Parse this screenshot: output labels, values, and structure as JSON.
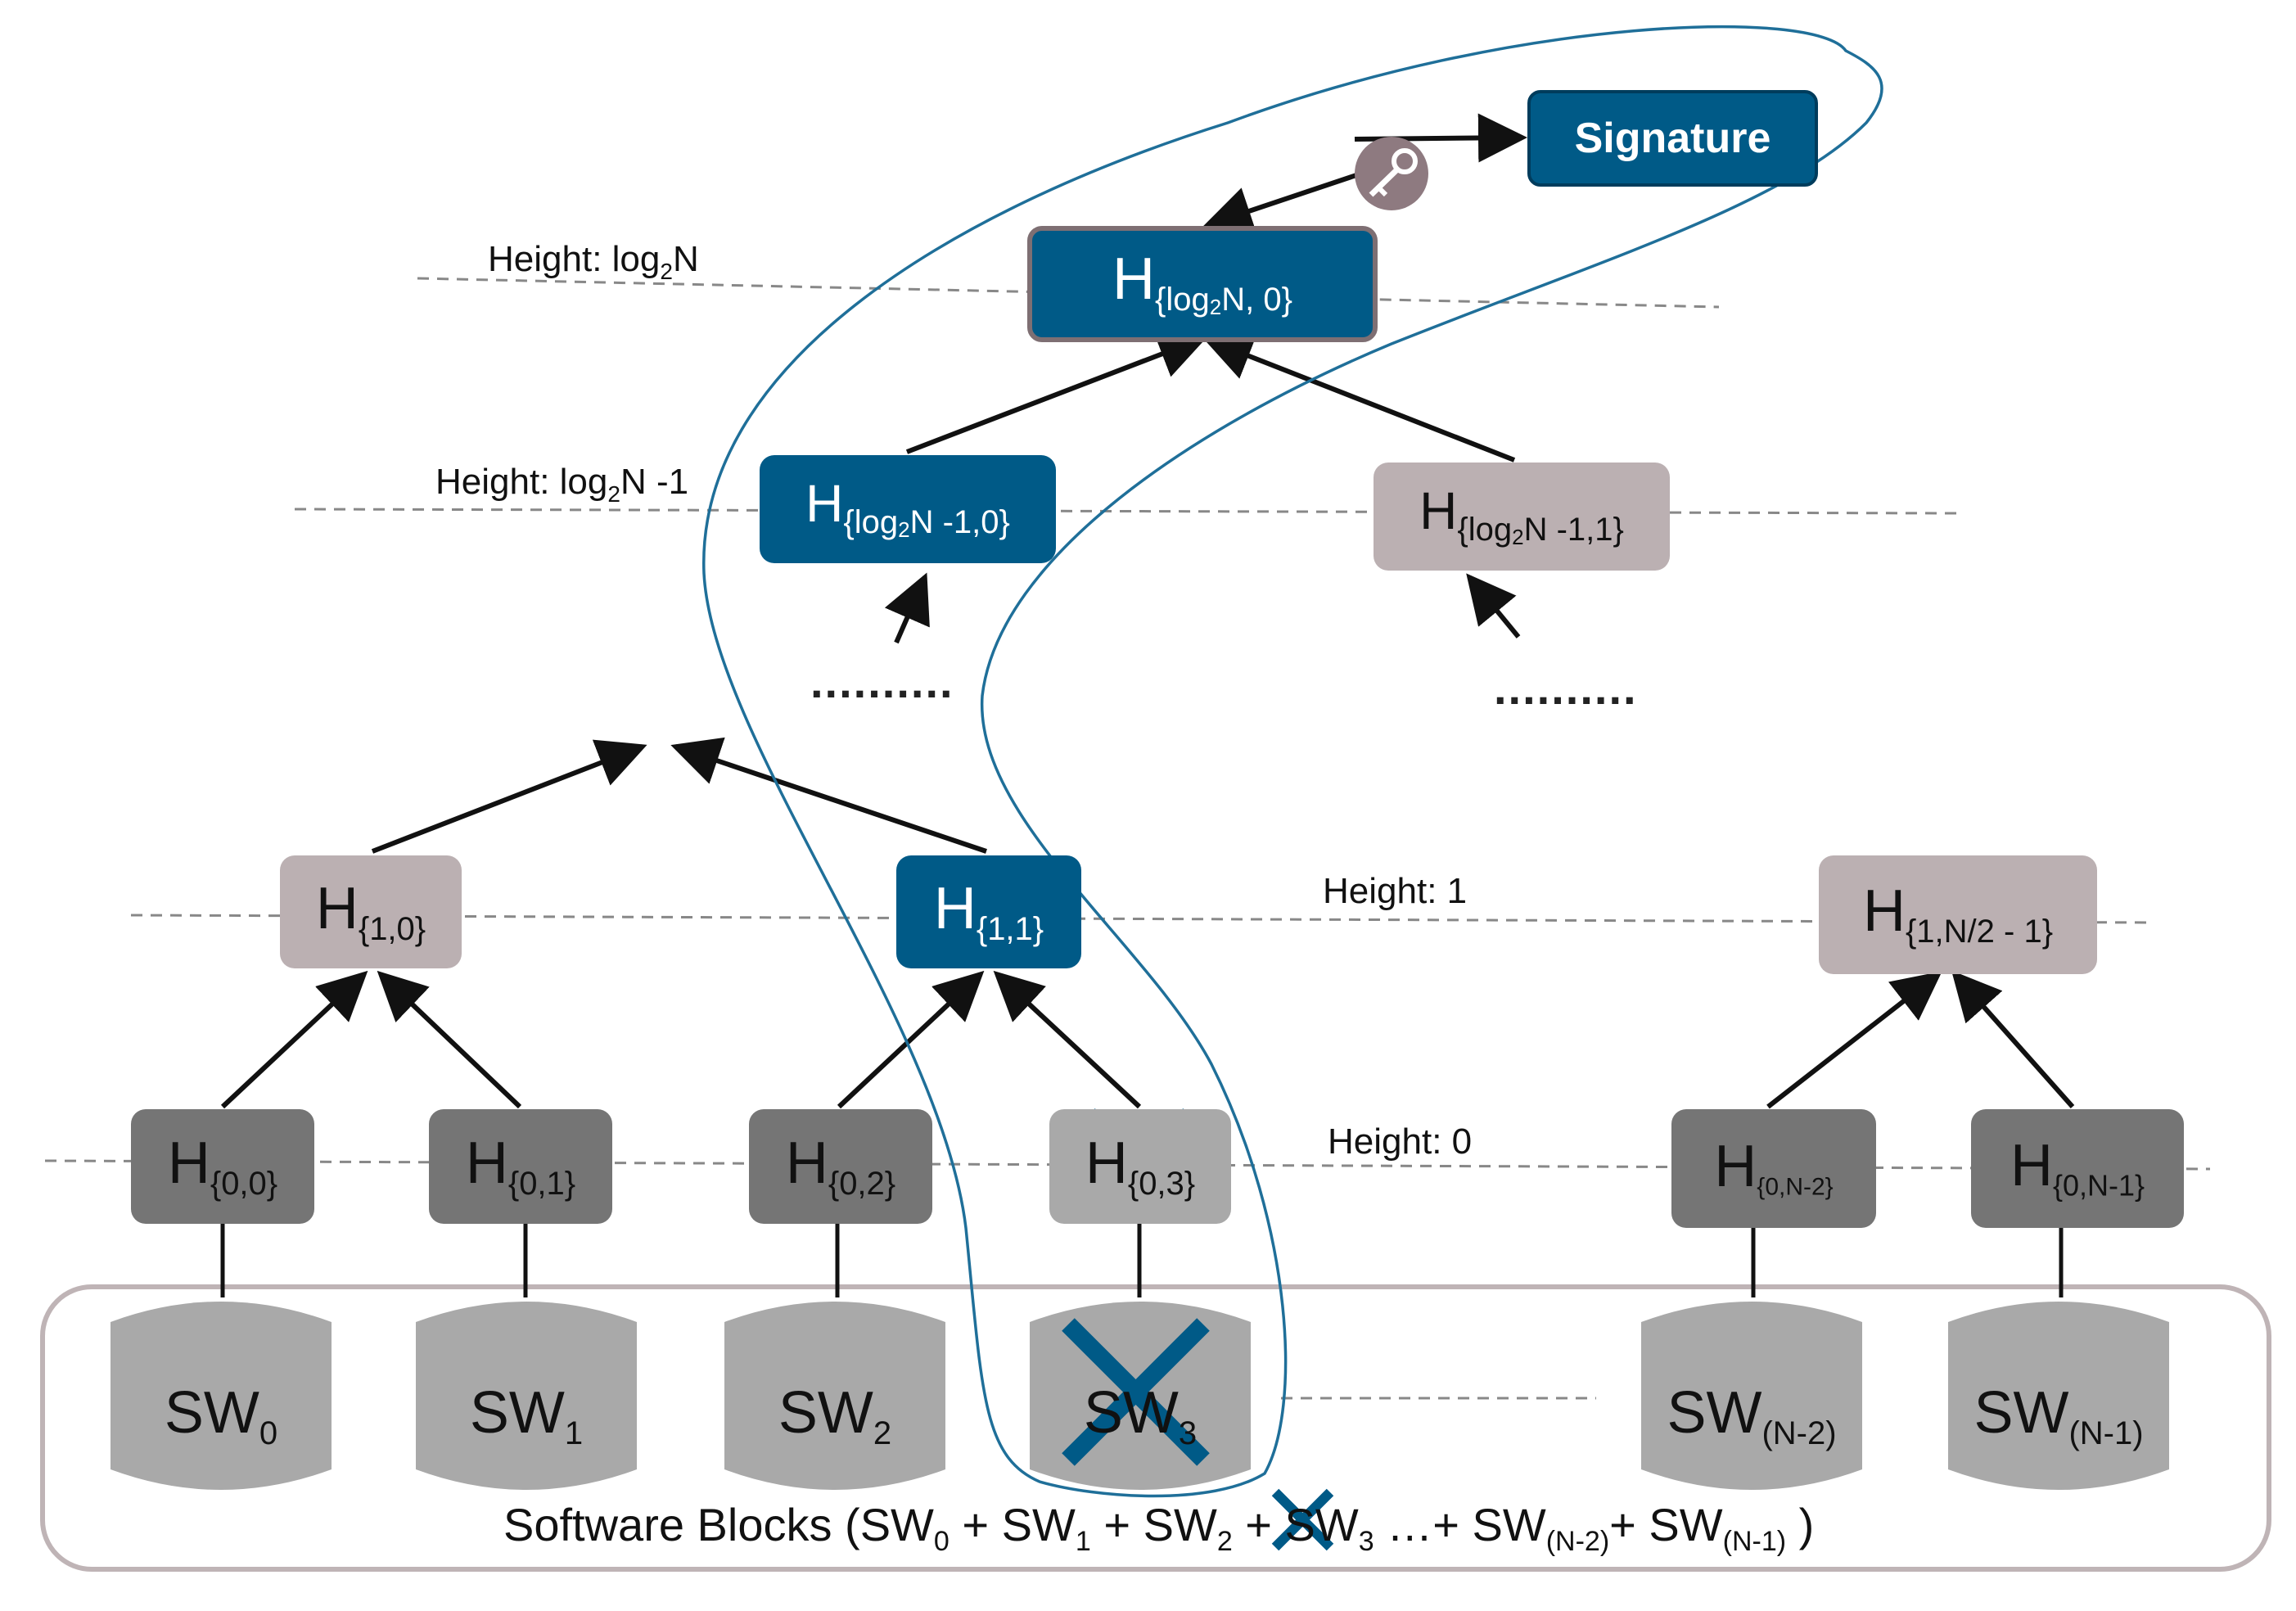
{
  "signature": "Signature",
  "height_labels": {
    "top": {
      "text": "Height: log",
      "sub": "2",
      "tail": "N"
    },
    "second": {
      "text": "Height: log",
      "sub": "2",
      "tail": "N -1"
    },
    "one": "Height: 1",
    "zero": "Height: 0"
  },
  "nodes": {
    "root": {
      "H": "H",
      "sub_a": "{log",
      "sub_b": "2",
      "sub_c": "N, 0}"
    },
    "l2_left": {
      "H": "H",
      "sub_a": "{log",
      "sub_b": "2",
      "sub_c": "N -1,0}"
    },
    "l2_right": {
      "H": "H",
      "sub_a": "{log",
      "sub_b": "2",
      "sub_c": "N -1,1}"
    },
    "h10": {
      "H": "H",
      "sub": "{1,0}"
    },
    "h11": {
      "H": "H",
      "sub": "{1,1}"
    },
    "h1n": {
      "H": "H",
      "sub": "{1,N/2 - 1}"
    },
    "h00": {
      "H": "H",
      "sub": "{0,0}"
    },
    "h01": {
      "H": "H",
      "sub": "{0,1}"
    },
    "h02": {
      "H": "H",
      "sub": "{0,2}"
    },
    "h03": {
      "H": "H",
      "sub": "{0,3}"
    },
    "h0n2": {
      "H": "H",
      "sub": "{0,N-2}"
    },
    "h0n1": {
      "H": "H",
      "sub": "{0,N-1}"
    }
  },
  "ellipsis": "..........",
  "software": {
    "sw0": {
      "base": "SW",
      "sub": "0"
    },
    "sw1": {
      "base": "SW",
      "sub": "1"
    },
    "sw2": {
      "base": "SW",
      "sub": "2"
    },
    "sw3": {
      "base": "SW",
      "sub": "3"
    },
    "swn2": {
      "base": "SW",
      "sub": "(N-2)"
    },
    "swn1": {
      "base": "SW",
      "sub": "(N-1)"
    }
  },
  "footer": {
    "lead": "Software Blocks (SW",
    "s0": "0",
    "p1": " + SW",
    "s1": "1",
    "p2": " + SW",
    "s2": "2",
    "p3": " + SW",
    "s3": "3",
    "p4": " …+ SW",
    "s4": "(N-2)",
    "p5": "+ SW",
    "s5": "(N-1)",
    "tail": "  )"
  },
  "colors": {
    "highlight_blue": "#005a87",
    "path_outline": "#1f6f99",
    "faded_node": "#bbb0b2",
    "leaf_hash": "#757575",
    "cylinder": "#a9a9a9"
  }
}
